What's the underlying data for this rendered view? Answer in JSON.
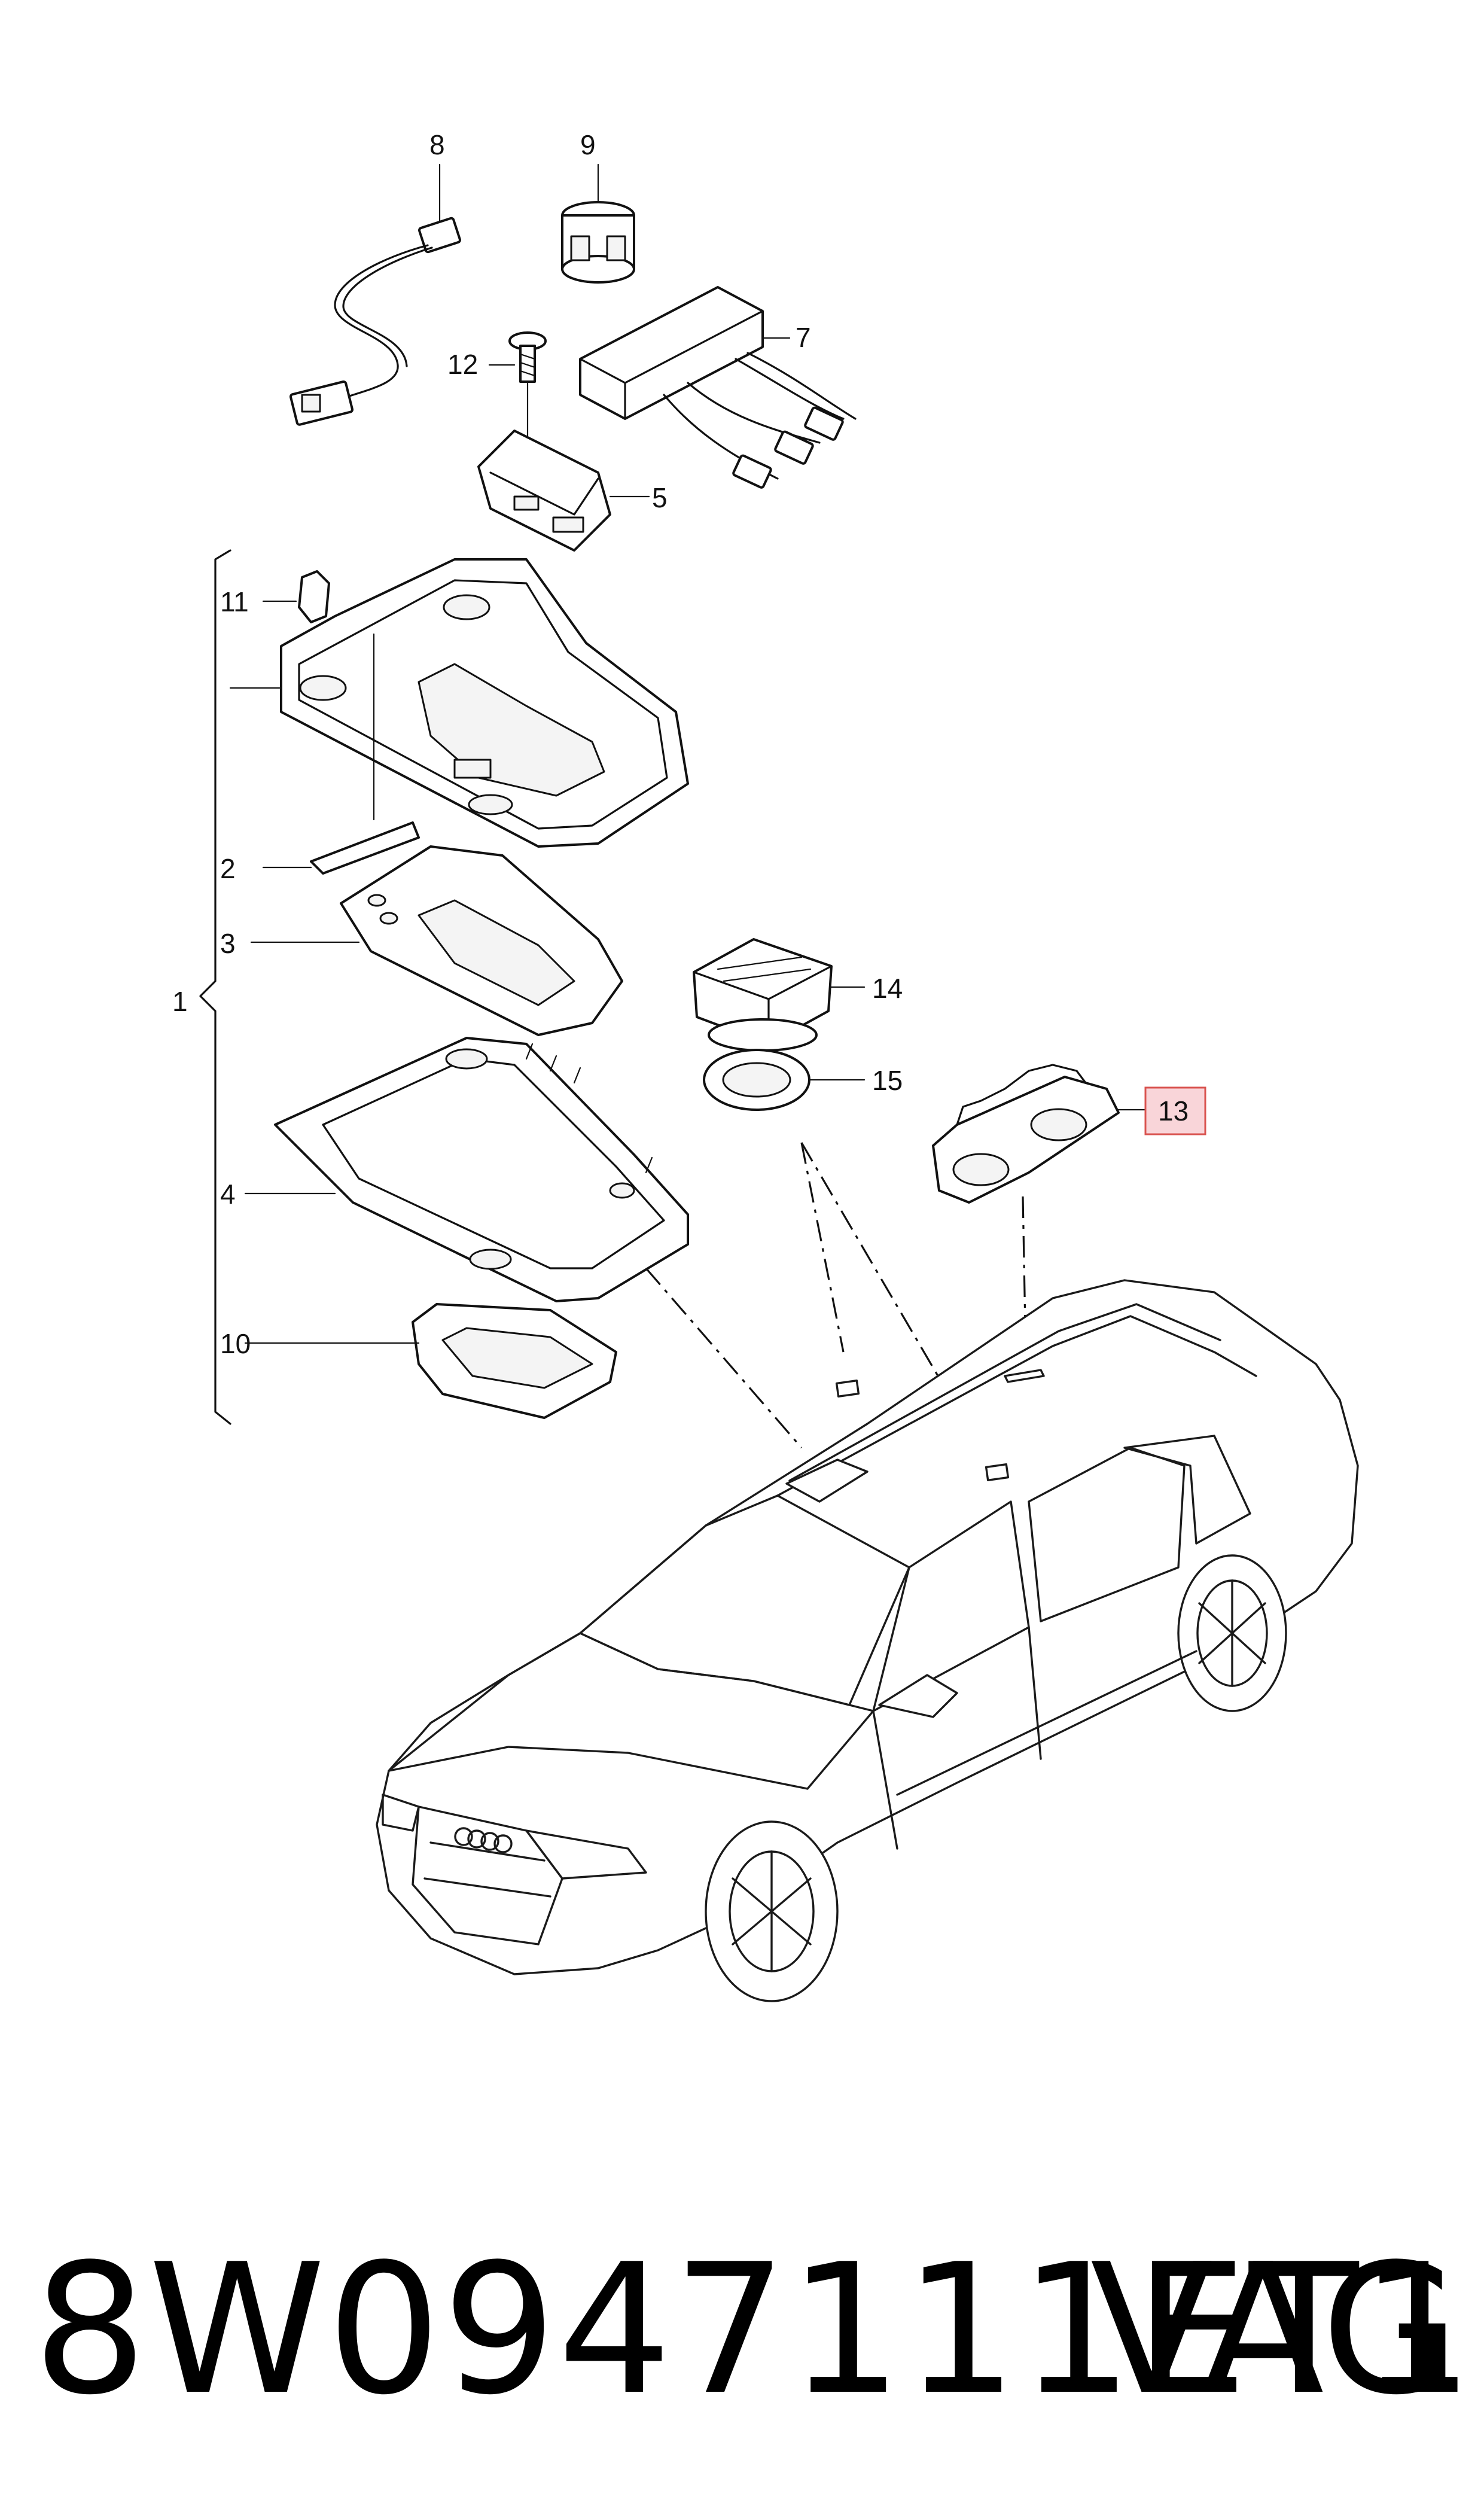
{
  "diagram": {
    "callouts": [
      "1",
      "2",
      "3",
      "4",
      "5",
      "7",
      "8",
      "9",
      "10",
      "11",
      "12",
      "13",
      "14",
      "15"
    ],
    "highlighted_callout": "13",
    "highlight_color": "#f9d5d9",
    "highlight_border": "#d9534f"
  },
  "footer": {
    "part_number": "8W0947111ET1",
    "brand": "VAG"
  }
}
